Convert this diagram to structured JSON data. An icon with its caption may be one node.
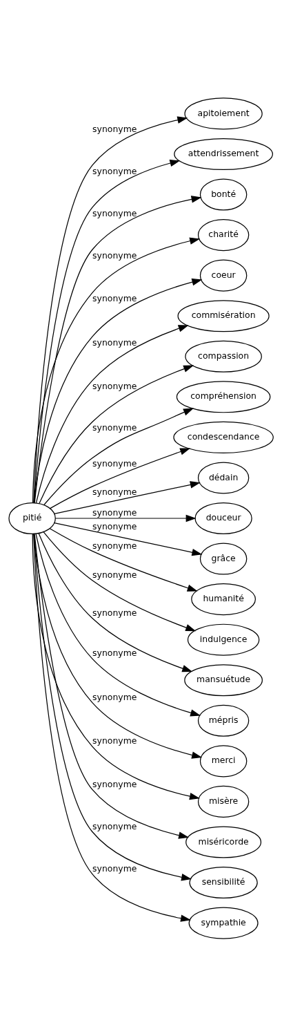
{
  "diagram": {
    "nodes": [
      {
        "text": [
          "pitié"
        ]
      },
      {
        "text": [
          "apitoiement"
        ]
      },
      {
        "text": [
          "attendrissement"
        ]
      },
      {
        "text": [
          "bonté"
        ]
      },
      {
        "text": [
          "charité"
        ]
      },
      {
        "text": [
          "coeur"
        ]
      },
      {
        "text": [
          "commisération"
        ]
      },
      {
        "text": [
          "compassion"
        ]
      },
      {
        "text": [
          "compréhension"
        ]
      },
      {
        "text": [
          "condescendance"
        ]
      },
      {
        "text": [
          "dédain"
        ]
      },
      {
        "text": [
          "douceur"
        ]
      },
      {
        "text": [
          "grâce"
        ]
      },
      {
        "text": [
          "humanité"
        ]
      },
      {
        "text": [
          "indulgence"
        ]
      },
      {
        "text": [
          "mansuétude"
        ]
      },
      {
        "text": [
          "mépris"
        ]
      },
      {
        "text": [
          "merci"
        ]
      },
      {
        "text": [
          "misère"
        ]
      },
      {
        "text": [
          "miséricorde"
        ]
      },
      {
        "text": [
          "sensibilité"
        ]
      },
      {
        "text": [
          "sympathie"
        ]
      }
    ],
    "edges": [
      {
        "from": 0,
        "to": 1,
        "arrow": "to",
        "label": "synonyme"
      },
      {
        "from": 0,
        "to": 2,
        "arrow": "to",
        "label": "synonyme"
      },
      {
        "from": 0,
        "to": 3,
        "arrow": "to",
        "label": "synonyme"
      },
      {
        "from": 0,
        "to": 4,
        "arrow": "to",
        "label": "synonyme"
      },
      {
        "from": 0,
        "to": 5,
        "arrow": "to",
        "label": "synonyme"
      },
      {
        "from": 0,
        "to": 6,
        "arrow": "to",
        "label": "synonyme"
      },
      {
        "from": 0,
        "to": 7,
        "arrow": "to",
        "label": "synonyme"
      },
      {
        "from": 0,
        "to": 8,
        "arrow": "to",
        "label": "synonyme"
      },
      {
        "from": 0,
        "to": 9,
        "arrow": "to",
        "label": "synonyme"
      },
      {
        "from": 0,
        "to": 10,
        "arrow": "to",
        "label": "synonyme"
      },
      {
        "from": 0,
        "to": 11,
        "arrow": "to",
        "label": "synonyme"
      },
      {
        "from": 0,
        "to": 12,
        "arrow": "to",
        "label": "synonyme"
      },
      {
        "from": 0,
        "to": 13,
        "arrow": "to",
        "label": "synonyme"
      },
      {
        "from": 0,
        "to": 14,
        "arrow": "to",
        "label": "synonyme"
      },
      {
        "from": 0,
        "to": 15,
        "arrow": "to",
        "label": "synonyme"
      },
      {
        "from": 0,
        "to": 16,
        "arrow": "to",
        "label": "synonyme"
      },
      {
        "from": 0,
        "to": 17,
        "arrow": "to",
        "label": "synonyme"
      },
      {
        "from": 0,
        "to": 18,
        "arrow": "to",
        "label": "synonyme"
      },
      {
        "from": 0,
        "to": 19,
        "arrow": "to",
        "label": "synonyme"
      },
      {
        "from": 0,
        "to": 20,
        "arrow": "to",
        "label": "synonyme"
      },
      {
        "from": 0,
        "to": 21,
        "arrow": "to",
        "label": "synonyme"
      }
    ]
  }
}
